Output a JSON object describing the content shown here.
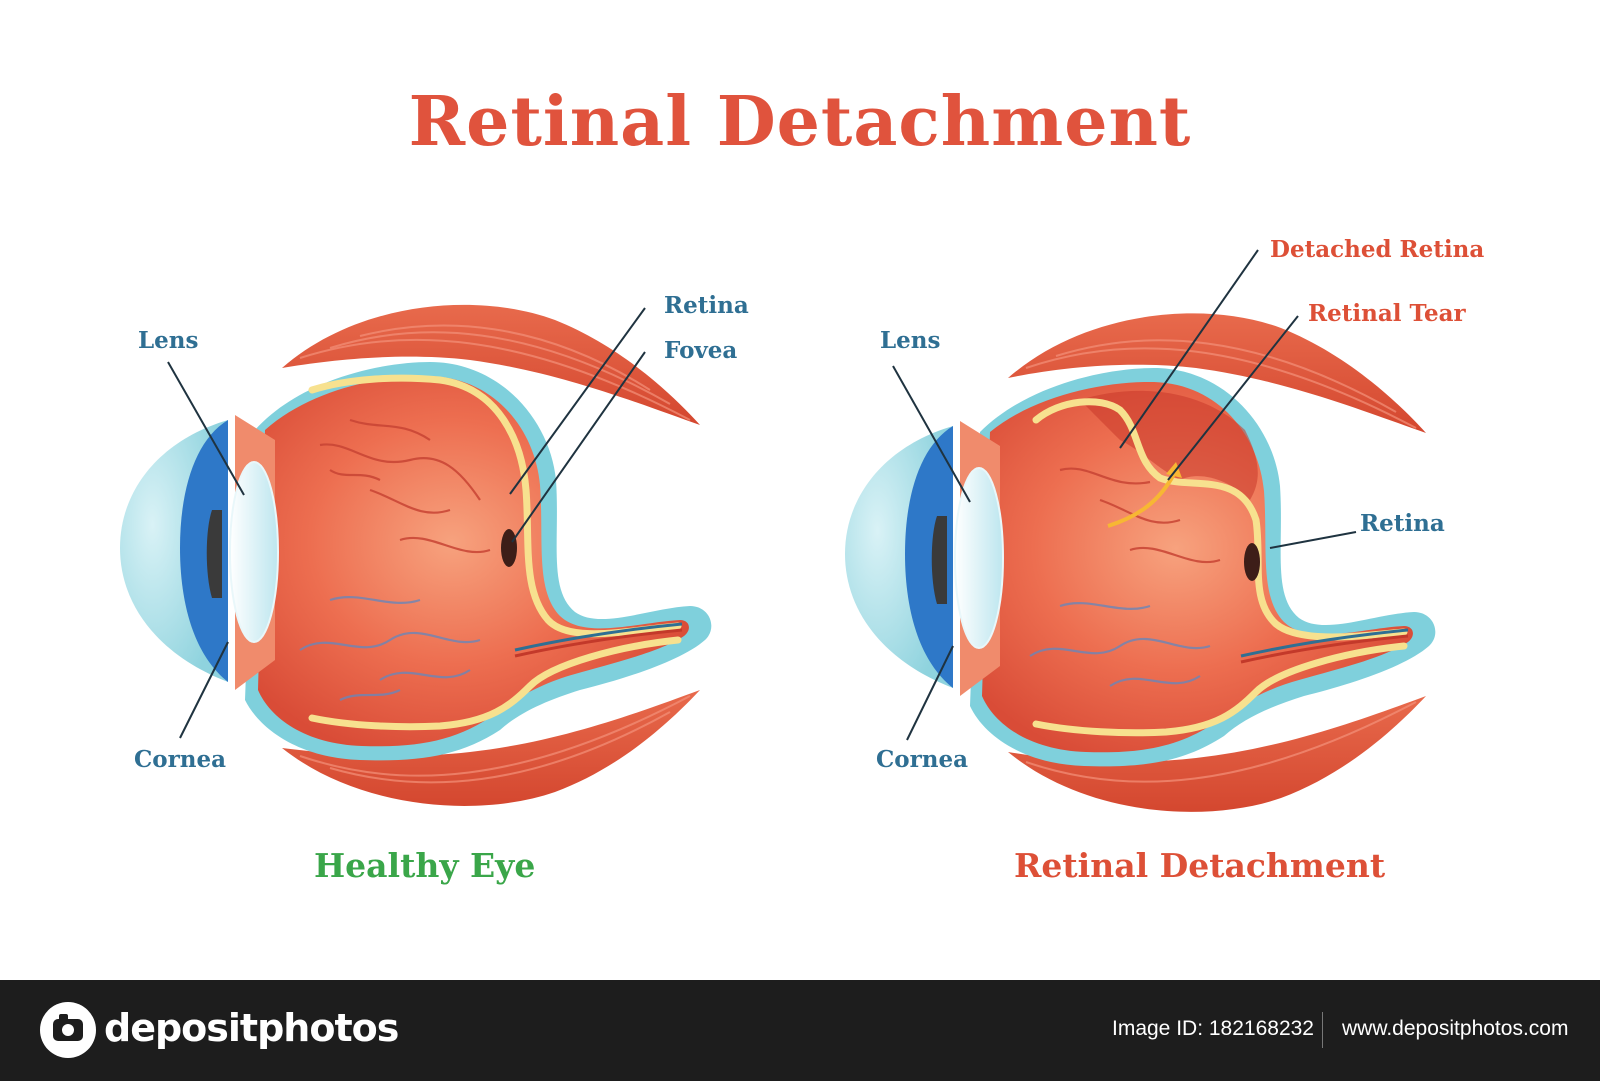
{
  "title": "Retinal Detachment",
  "healthy_eye": {
    "caption": "Healthy Eye",
    "labels": {
      "lens": "Lens",
      "cornea": "Cornea",
      "retina": "Retina",
      "fovea": "Fovea"
    }
  },
  "detached_eye": {
    "caption": "Retinal Detachment",
    "labels": {
      "lens": "Lens",
      "cornea": "Cornea",
      "retina": "Retina",
      "detached_retina": "Detached Retina",
      "retinal_tear": "Retinal Tear"
    }
  },
  "footer": {
    "brand": "depositphotos",
    "image_id": "Image ID: 182168232",
    "site": "www.depositphotos.com"
  },
  "colors": {
    "title": "#e0533d",
    "label_blue": "#2f6f93",
    "label_red": "#dd5037",
    "caption_green": "#3aa649",
    "muscle": "#e45a3f",
    "eyeball": "#e2593e",
    "sclera_outline": "#7fd0dc",
    "retina_line": "#f7e18f",
    "cornea_blue": "#2e78c8"
  },
  "icons": [
    "camera-logo-icon"
  ]
}
